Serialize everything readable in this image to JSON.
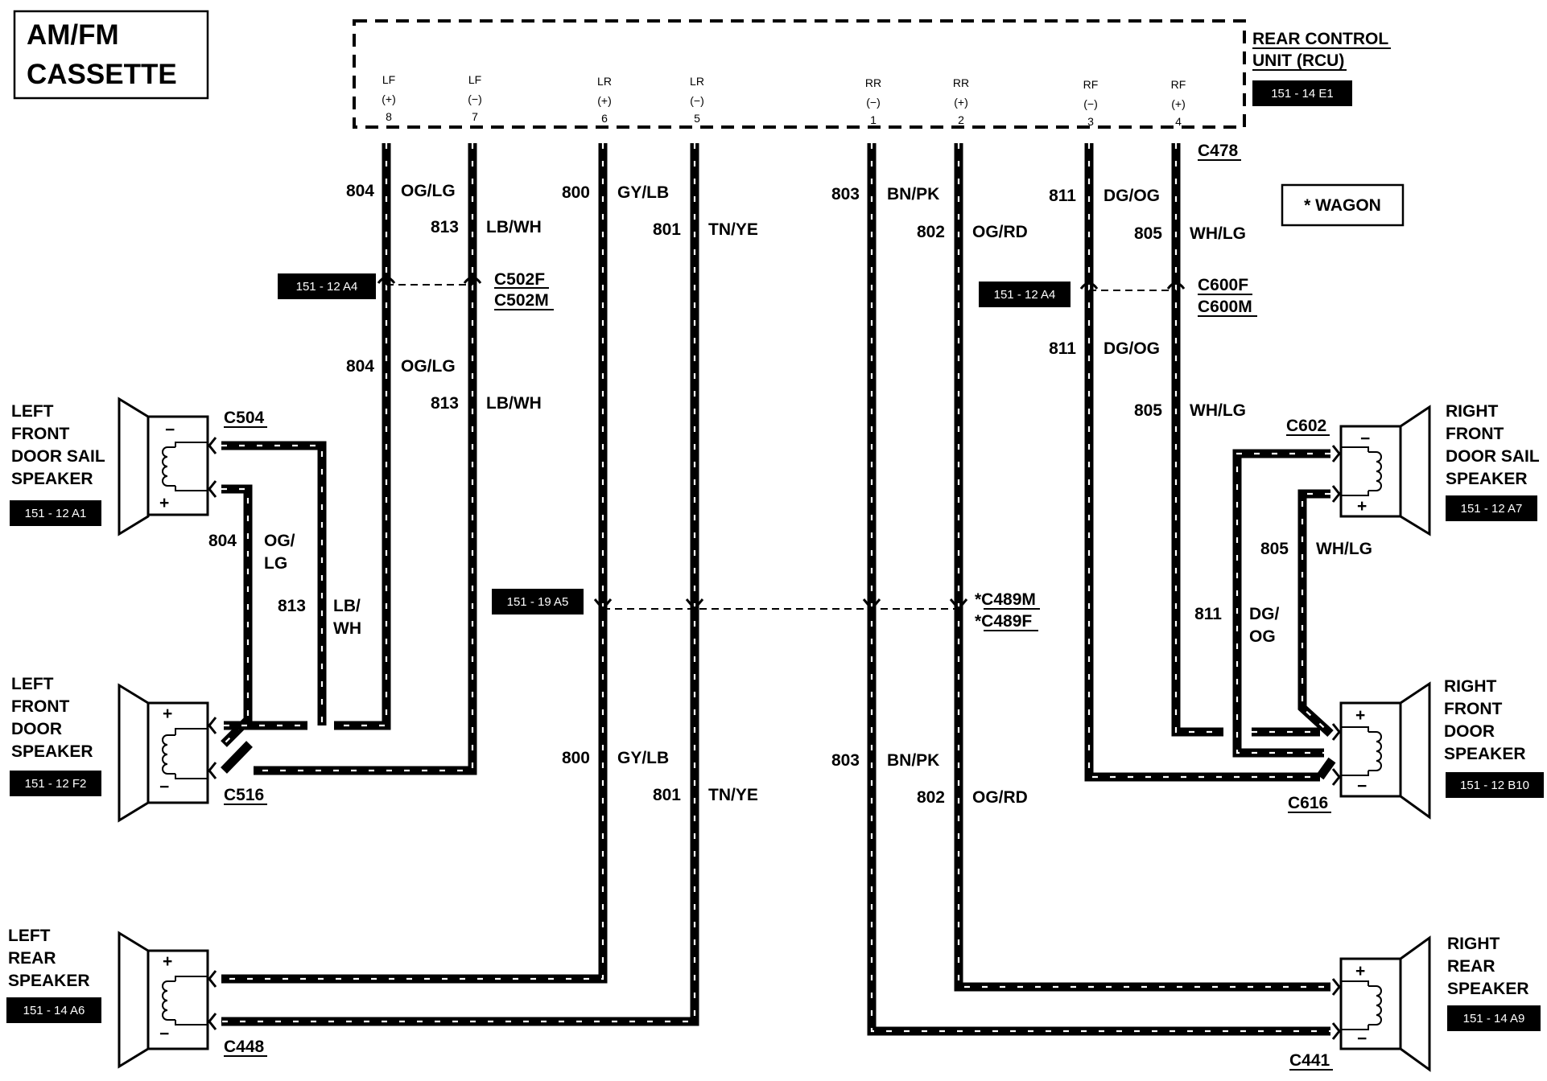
{
  "title": {
    "line1": "AM/FM",
    "line2": "CASSETTE"
  },
  "rcu": {
    "label_line1": "REAR CONTROL",
    "label_line2": "UNIT (RCU)",
    "ref": "151 - 14 E1"
  },
  "rcu_pins": [
    {
      "name": "LF",
      "polarity": "(+)",
      "num": "8"
    },
    {
      "name": "LF",
      "polarity": "(−)",
      "num": "7"
    },
    {
      "name": "LR",
      "polarity": "(+)",
      "num": "6"
    },
    {
      "name": "LR",
      "polarity": "(−)",
      "num": "5"
    },
    {
      "name": "RR",
      "polarity": "(−)",
      "num": "1"
    },
    {
      "name": "RR",
      "polarity": "(+)",
      "num": "2"
    },
    {
      "name": "RF",
      "polarity": "(−)",
      "num": "3"
    },
    {
      "name": "RF",
      "polarity": "(+)",
      "num": "4"
    }
  ],
  "connectors": {
    "c478": "C478",
    "c502f": "C502F",
    "c502m": "C502M",
    "c600f": "C600F",
    "c600m": "C600M",
    "c489m": "*C489M",
    "c489f": "*C489F",
    "c504": "C504",
    "c516": "C516",
    "c602": "C602",
    "c616": "C616",
    "c448": "C448",
    "c441": "C441"
  },
  "wagon_note": "*  WAGON",
  "refs": {
    "c502": "151 - 12 A4",
    "c600": "151 - 12 A4",
    "c489": "151 - 19 A5"
  },
  "wires": {
    "w804_top": {
      "circuit": "804",
      "color": "OG/LG"
    },
    "w813_top": {
      "circuit": "813",
      "color": "LB/WH"
    },
    "w800_top": {
      "circuit": "800",
      "color": "GY/LB"
    },
    "w801_top": {
      "circuit": "801",
      "color": "TN/YE"
    },
    "w803_top": {
      "circuit": "803",
      "color": "BN/PK"
    },
    "w802_top": {
      "circuit": "802",
      "color": "OG/RD"
    },
    "w811_top": {
      "circuit": "811",
      "color": "DG/OG"
    },
    "w805_top": {
      "circuit": "805",
      "color": "WH/LG"
    },
    "w804_mid": {
      "circuit": "804",
      "color": "OG/LG"
    },
    "w813_mid": {
      "circuit": "813",
      "color": "LB/WH"
    },
    "w811_mid": {
      "circuit": "811",
      "color": "DG/OG"
    },
    "w805_mid": {
      "circuit": "805",
      "color": "WH/LG"
    },
    "w804_spk": {
      "circuit": "804",
      "color_a": "OG/",
      "color_b": "LG"
    },
    "w813_spk": {
      "circuit": "813",
      "color_a": "LB/",
      "color_b": "WH"
    },
    "w805_spk": {
      "circuit": "805",
      "color": "WH/LG"
    },
    "w811_spk": {
      "circuit": "811",
      "color_a": "DG/",
      "color_b": "OG"
    },
    "w800_bot": {
      "circuit": "800",
      "color": "GY/LB"
    },
    "w801_bot": {
      "circuit": "801",
      "color": "TN/YE"
    },
    "w803_bot": {
      "circuit": "803",
      "color": "BN/PK"
    },
    "w802_bot": {
      "circuit": "802",
      "color": "OG/RD"
    }
  },
  "speakers": {
    "lf_sail": {
      "lines": [
        "LEFT",
        "FRONT",
        "DOOR SAIL",
        "SPEAKER"
      ],
      "ref": "151 - 12 A1",
      "pos_top": "−",
      "pos_bot": "+"
    },
    "lf_door": {
      "lines": [
        "LEFT",
        "FRONT",
        "DOOR",
        "SPEAKER"
      ],
      "ref": "151 - 12 F2",
      "pos_top": "+",
      "pos_bot": "−"
    },
    "lr": {
      "lines": [
        "LEFT",
        "REAR",
        "SPEAKER"
      ],
      "ref": "151 - 14 A6",
      "pos_top": "+",
      "pos_bot": "−"
    },
    "rf_sail": {
      "lines": [
        "RIGHT",
        "FRONT",
        "DOOR SAIL",
        "SPEAKER"
      ],
      "ref": "151 - 12 A7",
      "pos_top": "−",
      "pos_bot": "+"
    },
    "rf_door": {
      "lines": [
        "RIGHT",
        "FRONT",
        "DOOR",
        "SPEAKER"
      ],
      "ref": "151 - 12 B10",
      "pos_top": "+",
      "pos_bot": "−"
    },
    "rr": {
      "lines": [
        "RIGHT",
        "REAR",
        "SPEAKER"
      ],
      "ref": "151 - 14 A9",
      "pos_top": "+",
      "pos_bot": "−"
    }
  }
}
